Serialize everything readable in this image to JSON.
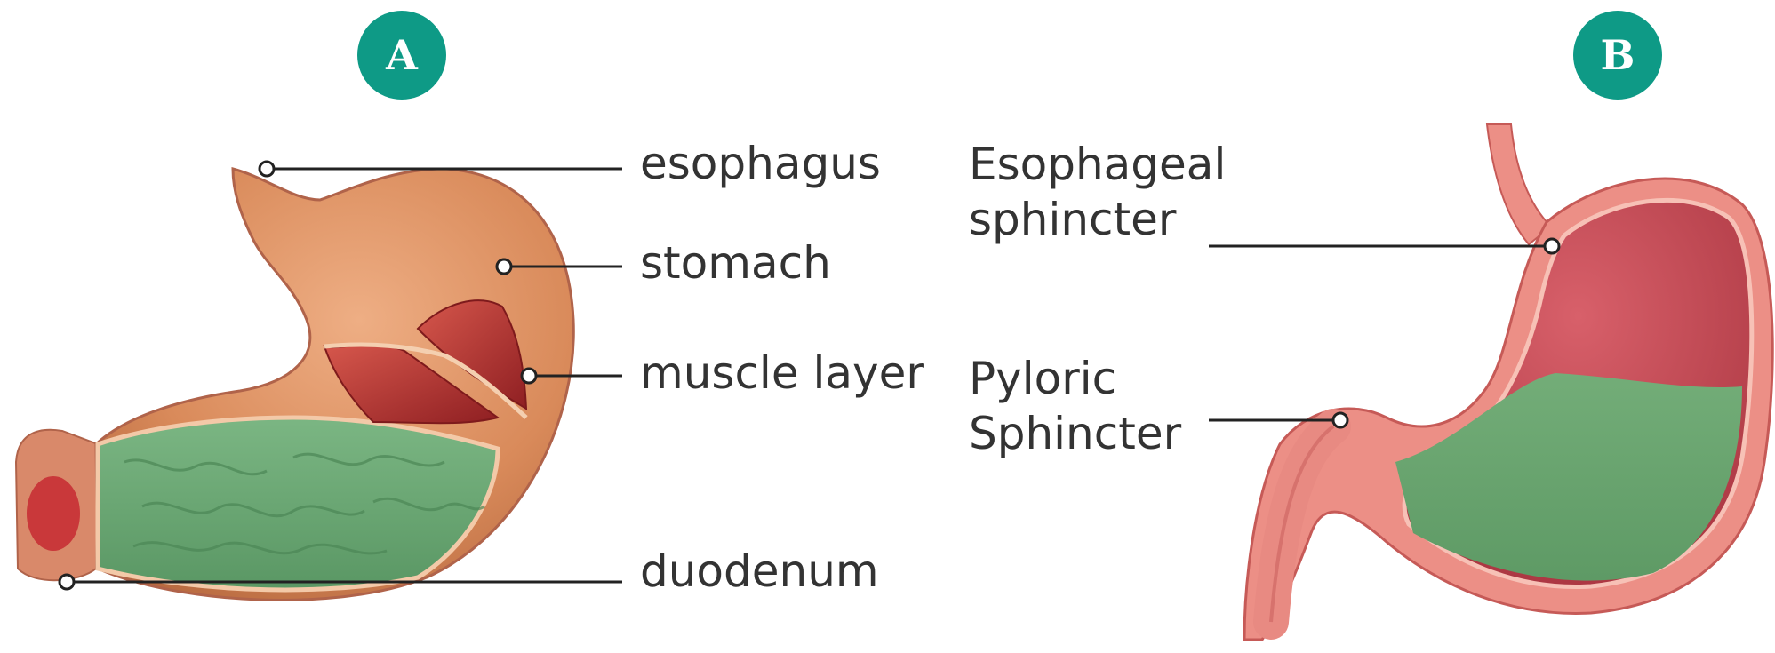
{
  "panels": [
    {
      "badge": "A",
      "badge_color": "#0e9a86",
      "labels": {
        "esophagus": "esophagus",
        "stomach": "stomach",
        "muscle_layer": "muscle layer",
        "duodenum": "duodenum"
      }
    },
    {
      "badge": "B",
      "badge_color": "#0e9a86",
      "labels": {
        "esophageal_line1": "Esophageal",
        "esophageal_line2": "sphincter",
        "pyloric_line1": "Pyloric",
        "pyloric_line2": "Sphincter"
      }
    }
  ],
  "colors": {
    "stomach_outer": "#d98a5a",
    "stomach_inner_food": "#6aa672",
    "muscle": "#b8322e",
    "stomach_b_wall": "#e9837b",
    "stomach_b_lining": "#c24a4f",
    "leader_line": "#222222"
  }
}
